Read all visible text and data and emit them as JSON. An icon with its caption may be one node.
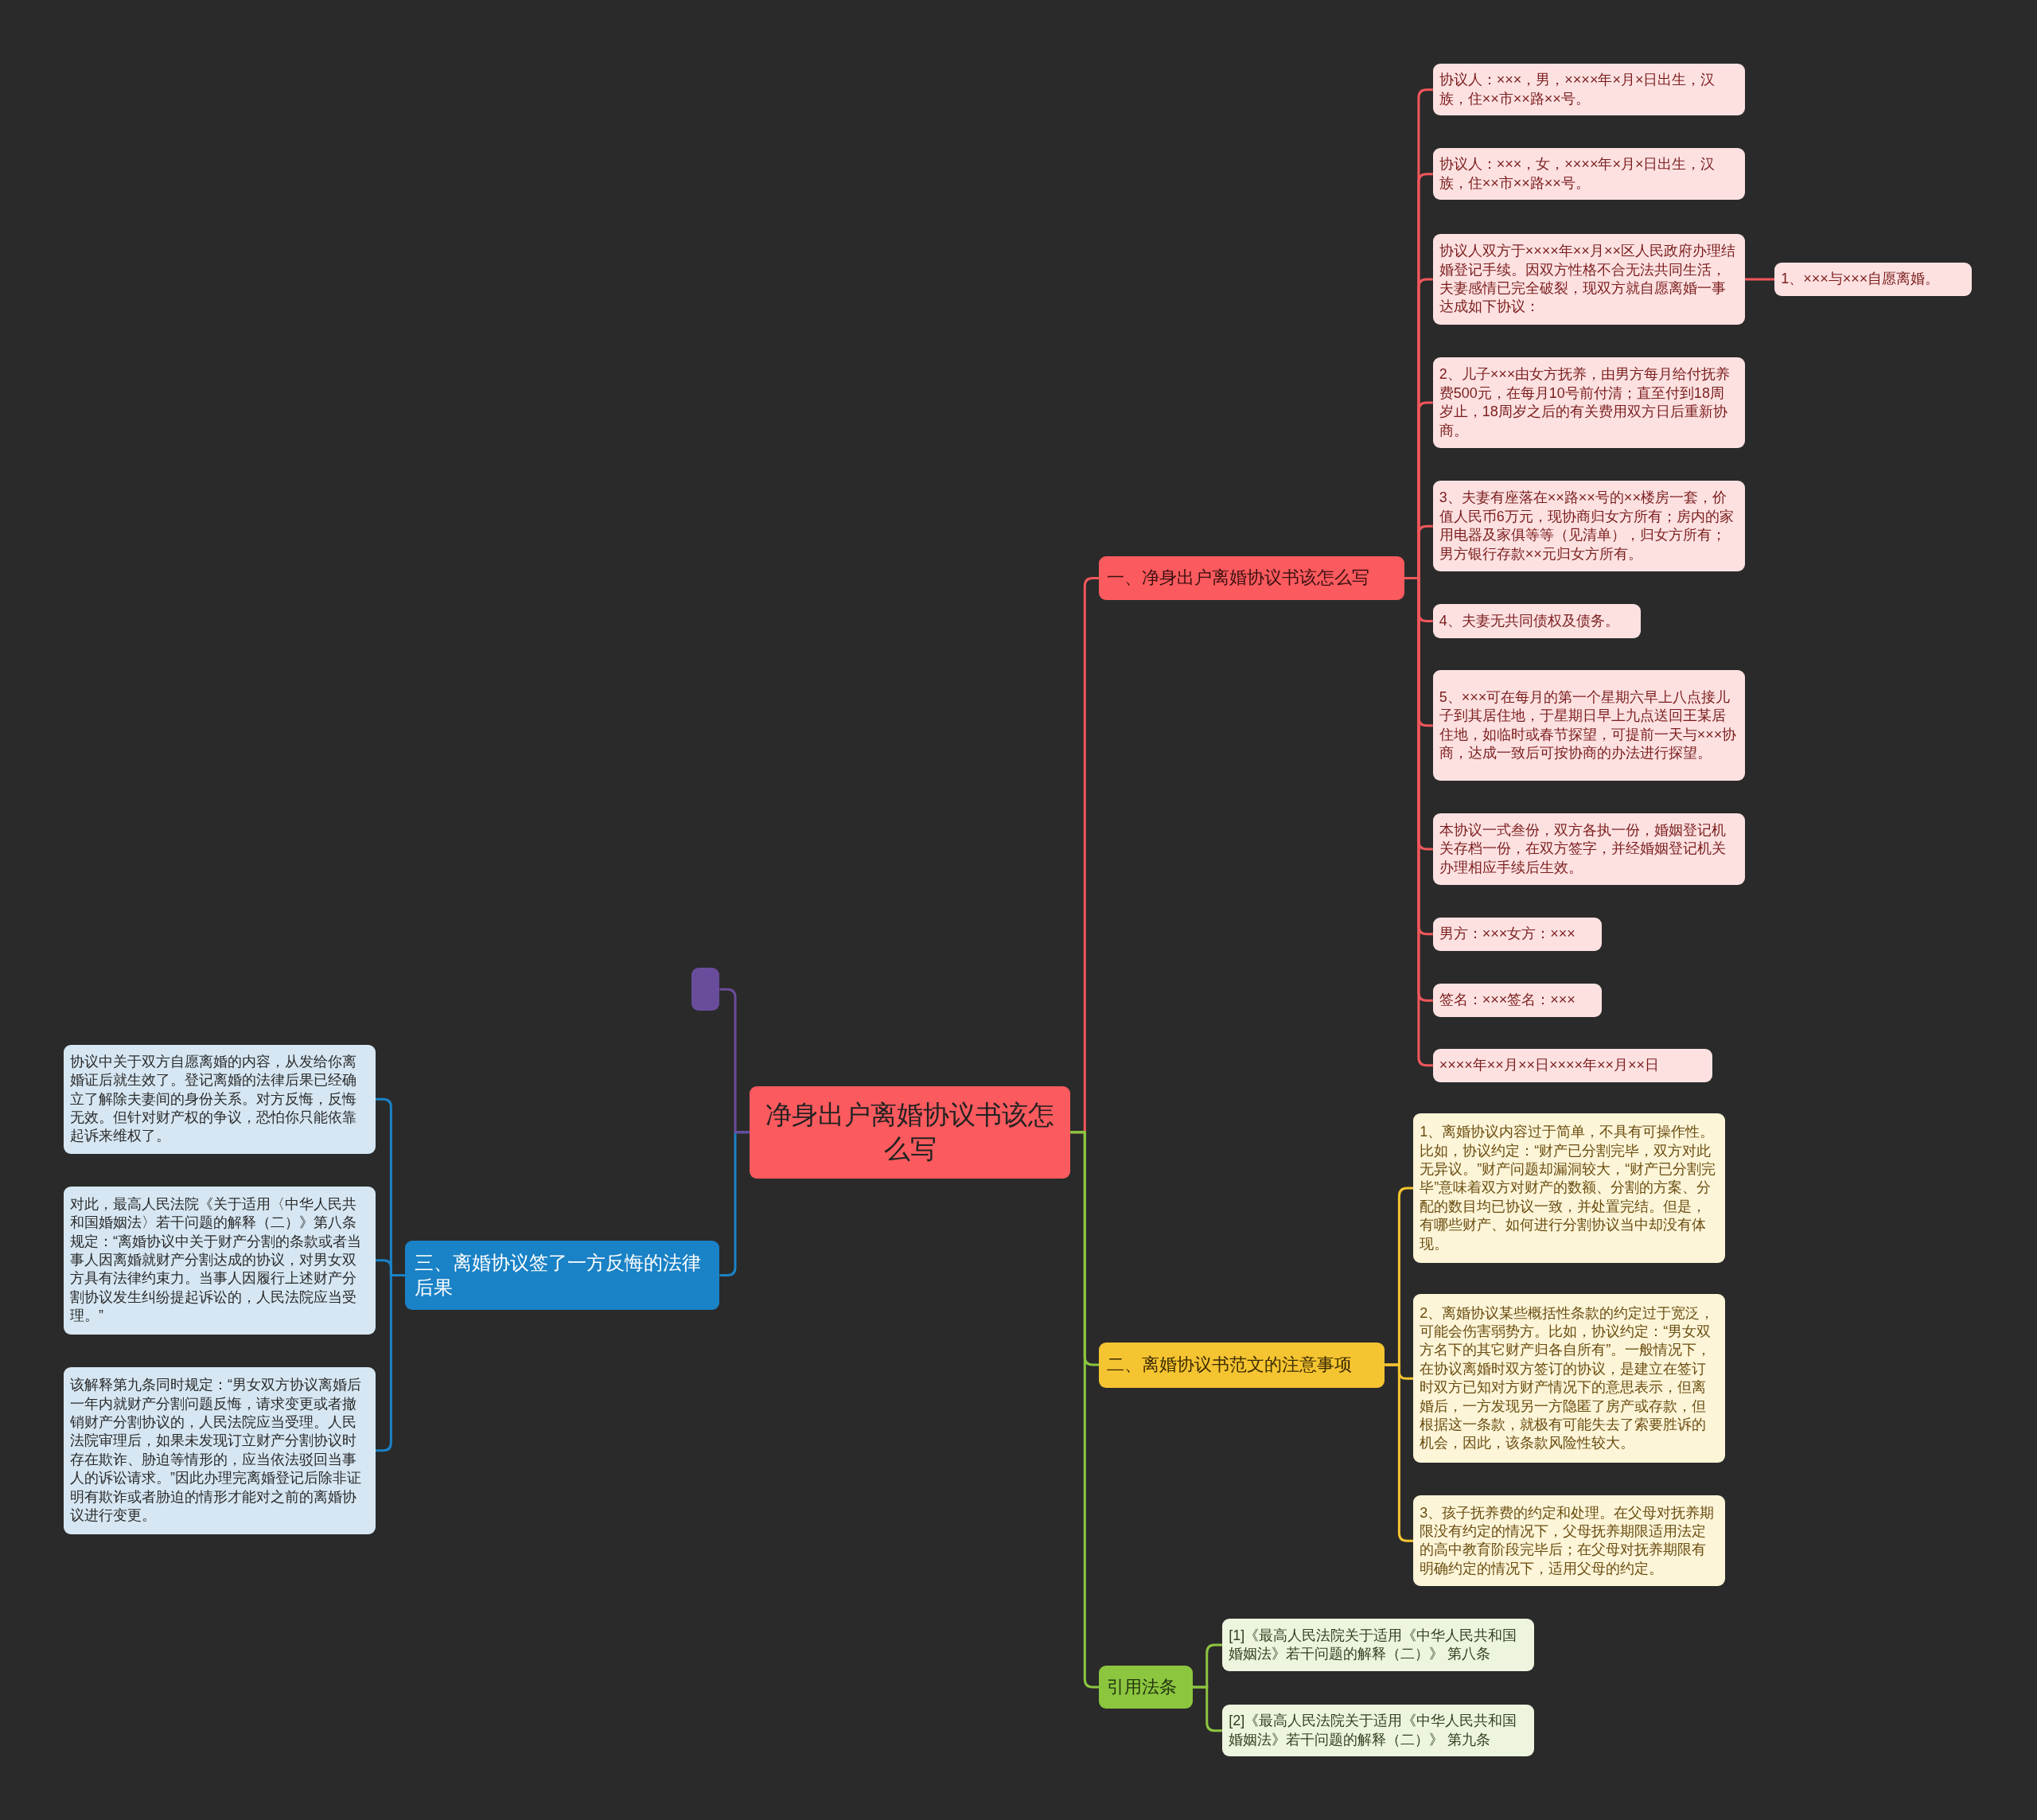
{
  "diagram": {
    "nodes": [
      {
        "text": [
          "净身出户离婚协议书该怎么写"
        ]
      },
      {
        "text": [
          "一、净身出户离婚协议书该怎么写"
        ]
      },
      {
        "text": [
          "协议人：×××，男，××××年×月×日出生，汉族，住××市××路××号。"
        ]
      },
      {
        "text": [
          "协议人：×××，女，××××年×月×日出生，汉族，住××市××路××号。"
        ]
      },
      {
        "text": [
          "协议人双方于××××年××月××区人民政府办理结婚登记手续。因双方性格不合无法共同生活，夫妻感情已完全破裂，现双方就自愿离婚一事达成如下协议："
        ]
      },
      {
        "text": [
          "1、×××与×××自愿离婚。"
        ]
      },
      {
        "text": [
          "2、儿子×××由女方抚养，由男方每月给付抚养费500元，在每月10号前付清；直至付到18周岁止，18周岁之后的有关费用双方日后重新协商。"
        ]
      },
      {
        "text": [
          "3、夫妻有座落在××路××号的××楼房一套，价值人民币6万元，现协商归女方所有；房内的家用电器及家俱等等（见清单），归女方所有；男方银行存款××元归女方所有。"
        ]
      },
      {
        "text": [
          "4、夫妻无共同债权及债务。"
        ]
      },
      {
        "text": [
          "5、×××可在每月的第一个星期六早上八点接儿子到其居住地，于星期日早上九点送回王某居住地，如临时或春节探望，可提前一天与×××协商，达成一致后可按协商的办法进行探望。"
        ]
      },
      {
        "text": [
          "本协议一式叁份，双方各执一份，婚姻登记机关存档一份，在双方签字，并经婚姻登记机关办理相应手续后生效。"
        ]
      },
      {
        "text": [
          "男方：×××女方：×××"
        ]
      },
      {
        "text": [
          "签名：×××签名：×××"
        ]
      },
      {
        "text": [
          "××××年××月××日××××年××月××日"
        ]
      },
      {
        "text": [
          "二、离婚协议书范文的注意事项"
        ]
      },
      {
        "text": [
          "1、离婚协议内容过于简单，不具有可操作性。比如，协议约定：“财产已分割完毕，双方对此无异议。”财产问题却漏洞较大，“财产已分割完毕”意味着双方对财产的数额、分割的方案、分配的数目均已协议一致，并处置完结。但是，有哪些财产、如何进行分割协议当中却没有体现。"
        ]
      },
      {
        "text": [
          "2、离婚协议某些概括性条款的约定过于宽泛，可能会伤害弱势方。比如，协议约定：“男女双方名下的其它财产归各自所有”。一般情况下，在协议离婚时双方签订的协议，是建立在签订时双方已知对方财产情况下的意思表示，但离婚后，一方发现另一方隐匿了房产或存款，但根据这一条款，就极有可能失去了索要胜诉的机会，因此，该条款风险性较大。"
        ]
      },
      {
        "text": [
          "3、孩子抚养费的约定和处理。在父母对抚养期限没有约定的情况下，父母抚养期限适用法定的高中教育阶段完毕后；在父母对抚养期限有明确约定的情况下，适用父母的约定。"
        ]
      },
      {
        "text": [
          "引用法条"
        ]
      },
      {
        "text": [
          "[1]《最高人民法院关于适用《中华人民共和国婚姻法》若干问题的解释（二）》 第八条"
        ]
      },
      {
        "text": [
          "[2]《最高人民法院关于适用《中华人民共和国婚姻法》若干问题的解释（二）》 第九条"
        ]
      },
      {
        "text": [
          "三、离婚协议签了一方反悔的法律后果"
        ]
      },
      {
        "text": [
          "协议中关于双方自愿离婚的内容，从发给你离婚证后就生效了。登记离婚的法律后果已经确立了解除夫妻间的身份关系。对方反悔，反悔无效。但针对财产权的争议，恐怕你只能依靠起诉来维权了。"
        ]
      },
      {
        "text": [
          "对此，最高人民法院《关于适用〈中华人民共和国婚姻法〉若干问题的解释（二）》第八条规定：“离婚协议中关于财产分割的条款或者当事人因离婚就财产分割达成的协议，对男女双方具有法律约束力。当事人因履行上述财产分割协议发生纠纷提起诉讼的，人民法院应当受理。”"
        ]
      },
      {
        "text": [
          "该解释第九条同时规定：“男女双方协议离婚后一年内就财产分割问题反悔，请求变更或者撤销财产分割协议的，人民法院应当受理。人民法院审理后，如果未发现订立财产分割协议时存在欺诈、胁迫等情形的，应当依法驳回当事人的诉讼请求。”因此办理完离婚登记后除非证明有欺诈或者胁迫的情形才能对之前的离婚协议进行变更。"
        ]
      },
      {
        "text": [],
        "shape": "box"
      }
    ],
    "edges": [
      {
        "from": 0,
        "to": 1,
        "arrow": "none"
      },
      {
        "from": 1,
        "to": 2,
        "arrow": "none"
      },
      {
        "from": 1,
        "to": 3,
        "arrow": "none"
      },
      {
        "from": 1,
        "to": 4,
        "arrow": "none"
      },
      {
        "from": 4,
        "to": 5,
        "arrow": "none"
      },
      {
        "from": 1,
        "to": 6,
        "arrow": "none"
      },
      {
        "from": 1,
        "to": 7,
        "arrow": "none"
      },
      {
        "from": 1,
        "to": 8,
        "arrow": "none"
      },
      {
        "from": 1,
        "to": 9,
        "arrow": "none"
      },
      {
        "from": 1,
        "to": 10,
        "arrow": "none"
      },
      {
        "from": 1,
        "to": 11,
        "arrow": "none"
      },
      {
        "from": 1,
        "to": 12,
        "arrow": "none"
      },
      {
        "from": 1,
        "to": 13,
        "arrow": "none"
      },
      {
        "from": 0,
        "to": 14,
        "arrow": "none",
        "color": "#8cc63f"
      },
      {
        "from": 14,
        "to": 15,
        "arrow": "none",
        "color": "#f5c431"
      },
      {
        "from": 14,
        "to": 16,
        "arrow": "none",
        "color": "#f5c431"
      },
      {
        "from": 14,
        "to": 17,
        "arrow": "none",
        "color": "#f5c431"
      },
      {
        "from": 0,
        "to": 18,
        "arrow": "none",
        "color": "#8cc63f"
      },
      {
        "from": 18,
        "to": 19,
        "arrow": "none",
        "color": "#8cc63f"
      },
      {
        "from": 18,
        "to": 20,
        "arrow": "none",
        "color": "#8cc63f"
      },
      {
        "from": 0,
        "to": 21,
        "arrow": "none",
        "color": "#1a82c6"
      },
      {
        "from": 21,
        "to": 22,
        "arrow": "none",
        "color": "#1a82c6"
      },
      {
        "from": 21,
        "to": 23,
        "arrow": "none",
        "color": "#1a82c6"
      },
      {
        "from": 21,
        "to": 24,
        "arrow": "none",
        "color": "#1a82c6"
      },
      {
        "from": 0,
        "to": 25,
        "arrow": "none",
        "color": "#6a4c9c"
      }
    ]
  }
}
